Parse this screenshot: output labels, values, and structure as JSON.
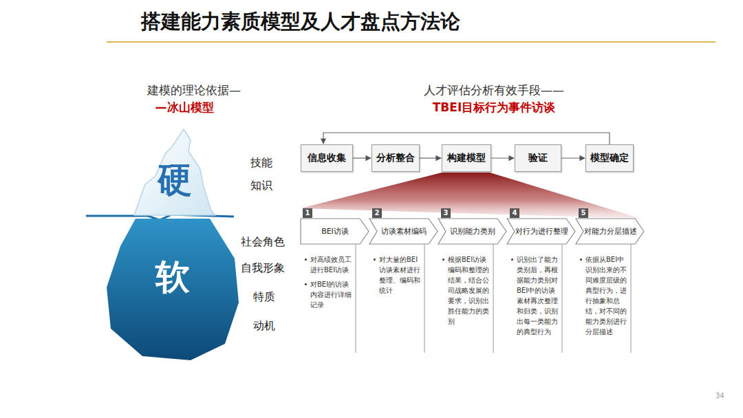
{
  "diagram": {
    "title": "搭建能力素质模型及人才盘点方法论",
    "nodes": [
      {
        "text": [
          "硬"
        ]
      },
      {
        "text": [
          "软"
        ]
      },
      {
        "text": [
          "信息收集"
        ]
      },
      {
        "text": [
          "分析整合"
        ]
      },
      {
        "text": [
          "构建模型"
        ]
      },
      {
        "text": [
          "验证"
        ]
      },
      {
        "text": [
          "模型确定"
        ]
      },
      {
        "text": [
          "BEI访谈",
          "对高绩效员工进行BEI访谈",
          "对BEI的访谈内容进行详细记录"
        ]
      },
      {
        "text": [
          "访谈素材编码",
          "对大量的BEI访谈素材进行整理、编码和统计"
        ]
      },
      {
        "text": [
          "识别能力类别",
          "根据BEI访谈编码和整理的结果，结合公司战略发展的要求，识别出胜任能力的类别"
        ]
      },
      {
        "text": [
          "对行为进行整理",
          "识别出了能力类别后，再根据能力类别对BEI中的访谈素材再次整理和归类，识别出每一类能力的典型行为"
        ]
      },
      {
        "text": [
          "对能力分层描述",
          "依据从BEI中识别出来的不同难度层级的典型行为，进行抽象和总结，对不同的能力类别进行分层描述"
        ]
      }
    ],
    "edges": [
      {
        "from": 2,
        "to": 3,
        "arrow": "to"
      },
      {
        "from": 3,
        "to": 4,
        "arrow": "to"
      },
      {
        "from": 4,
        "to": 5,
        "arrow": "to"
      },
      {
        "from": 5,
        "to": 6,
        "arrow": "to"
      },
      {
        "from": 6,
        "to": 2,
        "arrow": "to"
      }
    ],
    "labels": [
      "建模的理论依据—",
      "—冰山模型",
      "人才评估分析有效手段——",
      "TBEI目标行为事件访谈",
      "技能",
      "知识",
      "社会角色",
      "自我形象",
      "特质",
      "动机",
      "1",
      "2",
      "3",
      "4",
      "5",
      "34"
    ]
  }
}
